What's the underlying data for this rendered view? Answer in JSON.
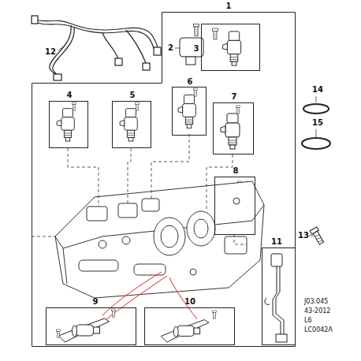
{
  "diagram": {
    "nodes": [
      {
        "text": [
          "1"
        ]
      },
      {
        "text": [
          "3"
        ],
        "in": 0
      },
      {
        "text": [
          "4"
        ],
        "in": 0
      },
      {
        "text": [
          "5"
        ],
        "in": 0
      },
      {
        "text": [
          "6"
        ],
        "in": 0
      },
      {
        "text": [
          "7"
        ],
        "in": 0
      },
      {
        "text": [
          "8"
        ],
        "in": 0
      },
      {
        "text": [
          "9"
        ],
        "in": 0
      },
      {
        "text": [
          "10"
        ],
        "in": 0
      },
      {
        "text": [
          "11"
        ],
        "in": 0
      }
    ],
    "labels": [
      "2",
      "12",
      "13",
      "14",
      "15",
      "J03.045",
      "43-2012",
      "L6",
      "LC0042A"
    ]
  }
}
